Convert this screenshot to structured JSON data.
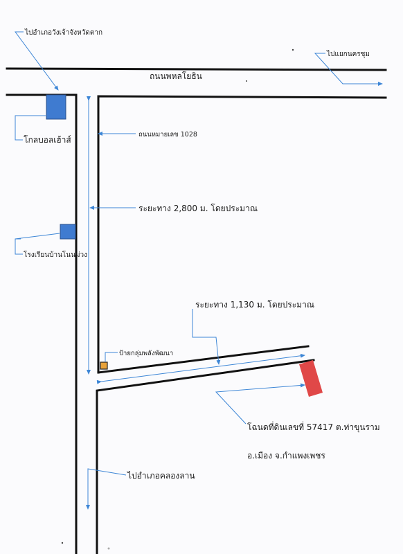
{
  "labels": {
    "to_wang_chao": "ไปอำเภอวังเจ้าจังหวัดตาก",
    "to_khanu": "ไปแยกนครชุม",
    "phahon_road": "ถนนพหลโยธิน",
    "road_1028": "ถนนหมายเลข 1028",
    "distance_2800": "ระยะทาง 2,800 ม. โดยประมาณ",
    "golf_house": "โกลบอลเฮ้าส์",
    "school": "โรงเรียนบ้านโนนม่วง",
    "distance_1130": "ระยะทาง 1,130 ม. โดยประมาณ",
    "bus_stop": "ป้ายกลุ่มพลังพัฒนา",
    "deed": "โฉนดที่ดินเลขที่ 57417 ต.ท่าขุนราม",
    "district": "อ.เมือง จ.กำแพงเพชร",
    "to_khlong_lan": "ไปอำเภอคลองลาน"
  },
  "colors": {
    "road": "#111111",
    "leader": "#3d86d6",
    "golf_house_marker": "#3f7bd0",
    "school_marker": "#3f7bd0",
    "bus_stop_marker": "#e8a23a",
    "plot_marker": "#e04848"
  }
}
